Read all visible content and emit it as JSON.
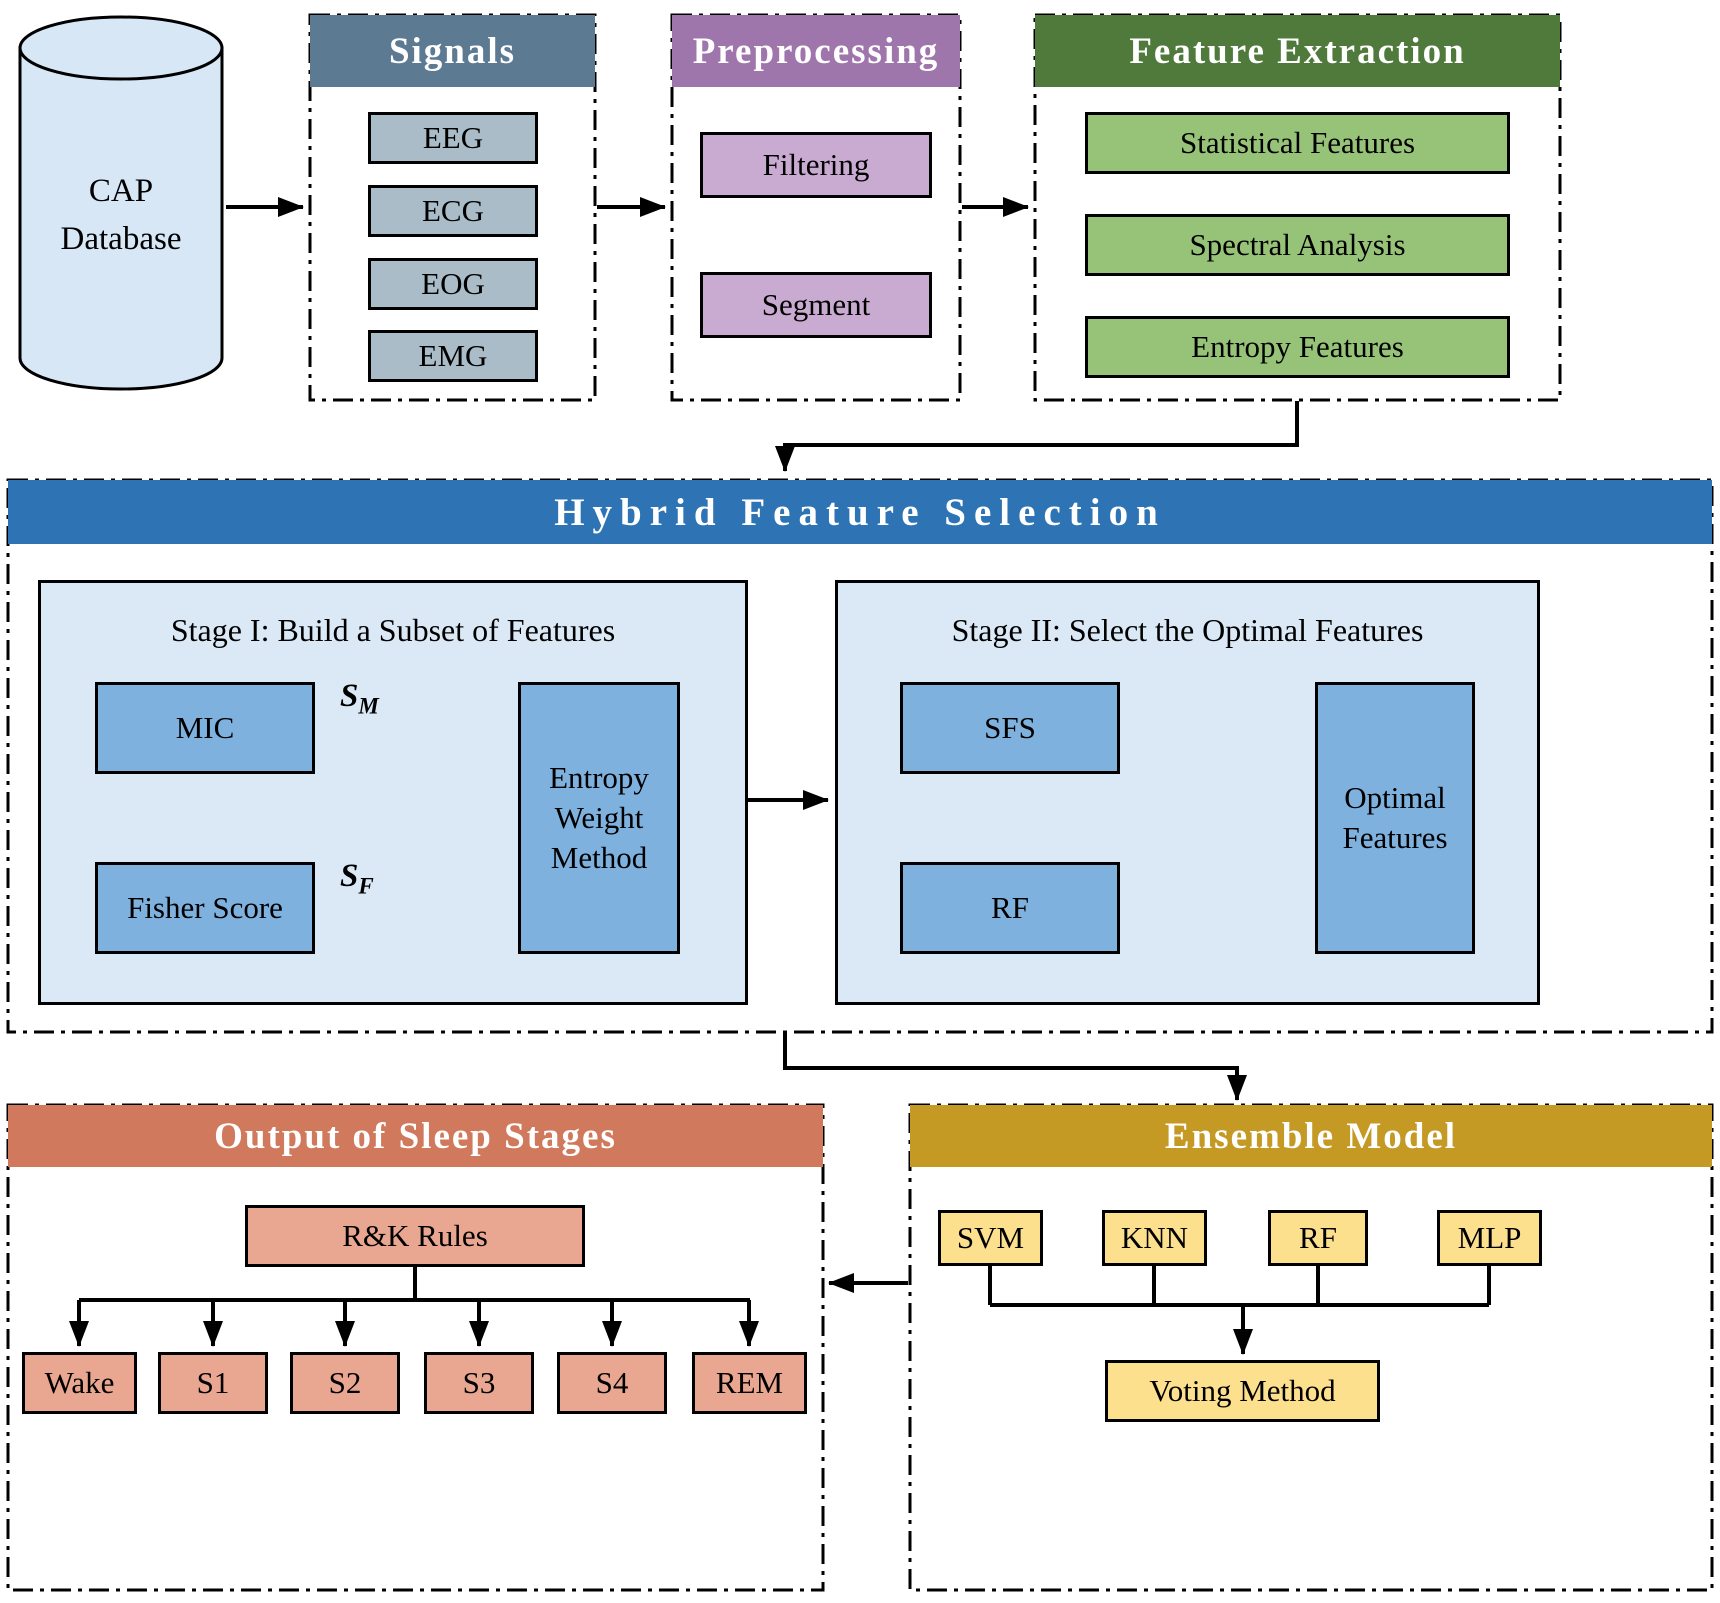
{
  "database": {
    "lines": [
      "CAP",
      "Database"
    ]
  },
  "signals": {
    "title": "Signals",
    "items": [
      "EEG",
      "ECG",
      "EOG",
      "EMG"
    ]
  },
  "preprocessing": {
    "title": "Preprocessing",
    "items": [
      "Filtering",
      "Segment"
    ]
  },
  "feature_extraction": {
    "title": "Feature Extraction",
    "items": [
      "Statistical Features",
      "Spectral Analysis",
      "Entropy Features"
    ]
  },
  "hybrid": {
    "title": "Hybrid Feature Selection",
    "stage1": {
      "title": "Stage I: Build a Subset of Features",
      "mic": "MIC",
      "fisher": "Fisher Score",
      "sm": {
        "base": "S",
        "sub": "M"
      },
      "sf": {
        "base": "S",
        "sub": "F"
      },
      "entropy_weight": "Entropy Weight Method"
    },
    "stage2": {
      "title": "Stage II: Select the Optimal Features",
      "sfs": "SFS",
      "rf": "RF",
      "optimal": "Optimal Features"
    }
  },
  "output": {
    "title": "Output of Sleep Stages",
    "rules": "R&K Rules",
    "stages": [
      "Wake",
      "S1",
      "S2",
      "S3",
      "S4",
      "REM"
    ]
  },
  "ensemble": {
    "title": "Ensemble Model",
    "classifiers": [
      "SVM",
      "KNN",
      "RF",
      "MLP"
    ],
    "voting": "Voting Method"
  },
  "colors": {
    "signals_header": "#5d7a93",
    "signal_box": "#a9bcc7",
    "preprocessing_header": "#9f76ab",
    "preprocessing_box": "#c9abd1",
    "feature_header": "#50793c",
    "feature_box": "#97c379",
    "hybrid_banner": "#2e74b5",
    "stage_panel": "#dbe9f6",
    "stage_box": "#7fb1de",
    "output_header": "#d0795c",
    "output_box": "#e9a691",
    "ensemble_header": "#c49a24",
    "ensemble_box": "#fce08d",
    "database_fill": "#d7e7f6"
  }
}
